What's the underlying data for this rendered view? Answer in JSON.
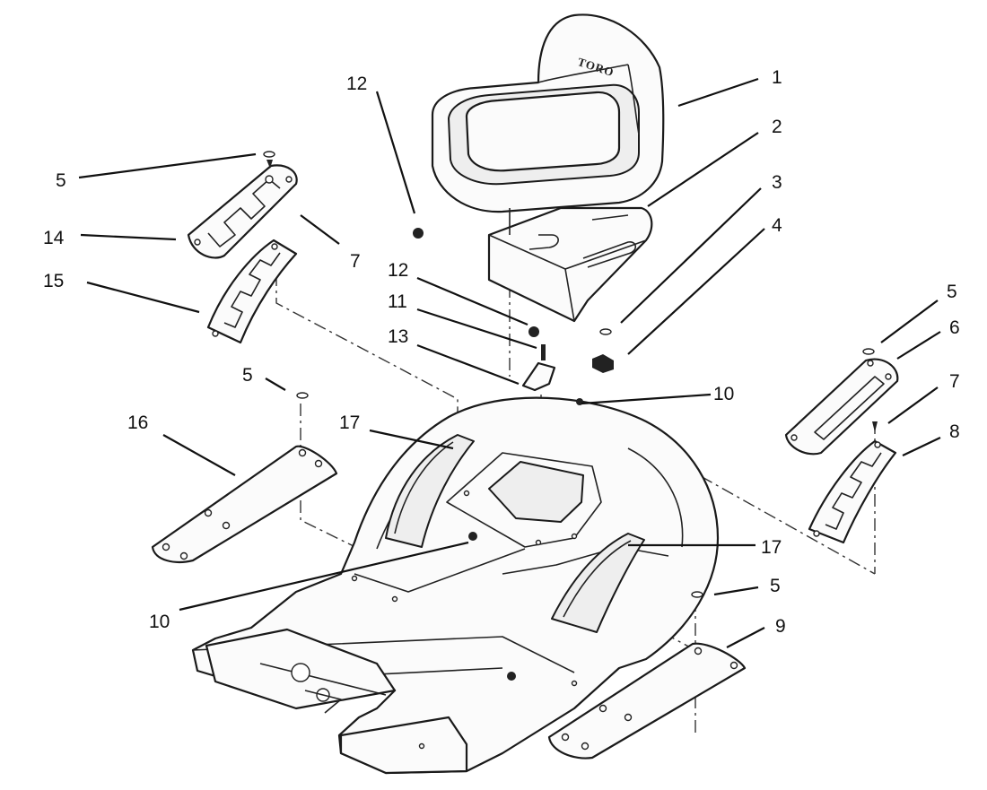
{
  "diagram": {
    "logo_text": "TORO",
    "callouts": [
      {
        "id": "c1",
        "label": "1"
      },
      {
        "id": "c2",
        "label": "2"
      },
      {
        "id": "c3",
        "label": "3"
      },
      {
        "id": "c4",
        "label": "4"
      },
      {
        "id": "c5a",
        "label": "5"
      },
      {
        "id": "c5b",
        "label": "5"
      },
      {
        "id": "c5c",
        "label": "5"
      },
      {
        "id": "c5d",
        "label": "5"
      },
      {
        "id": "c6",
        "label": "6"
      },
      {
        "id": "c7a",
        "label": "7"
      },
      {
        "id": "c7b",
        "label": "7"
      },
      {
        "id": "c8",
        "label": "8"
      },
      {
        "id": "c9",
        "label": "9"
      },
      {
        "id": "c10a",
        "label": "10"
      },
      {
        "id": "c10b",
        "label": "10"
      },
      {
        "id": "c11",
        "label": "11"
      },
      {
        "id": "c12a",
        "label": "12"
      },
      {
        "id": "c12b",
        "label": "12"
      },
      {
        "id": "c13",
        "label": "13"
      },
      {
        "id": "c14",
        "label": "14"
      },
      {
        "id": "c15",
        "label": "15"
      },
      {
        "id": "c16",
        "label": "16"
      },
      {
        "id": "c17a",
        "label": "17"
      },
      {
        "id": "c17b",
        "label": "17"
      }
    ]
  }
}
